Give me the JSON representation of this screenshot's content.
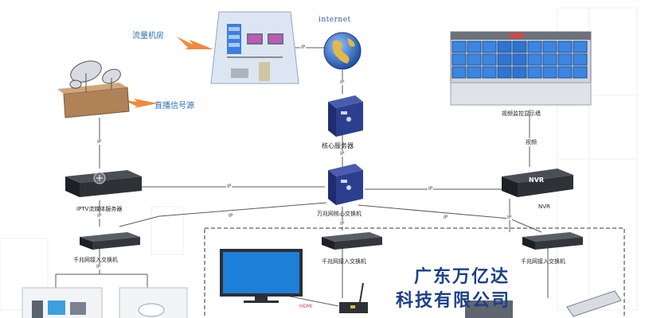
{
  "labels": {
    "traffic_room": "流量机房",
    "live_source": "直播信号源",
    "internet": "internet",
    "core_server": "核心服务器",
    "video_wall": "视频监控显示墙",
    "iptv_server": "IPTV流媒体服务器",
    "core_switch": "万兆网核心交换机",
    "nvr_label": "NVR",
    "nvr_panel_text": "NVR",
    "access_switch_left": "千兆网接入交换机",
    "access_switch_mid": "千兆网接入交换机",
    "access_switch_right": "千兆网接入交换机",
    "video_link": "视频",
    "hdmi": "HDMI"
  },
  "ip_tags": [
    "IP",
    "IP",
    "IP",
    "IP",
    "IP",
    "IP",
    "IP",
    "IP",
    "IP",
    "IP",
    "IP",
    "IP"
  ],
  "watermark": {
    "line1": "广东万亿达",
    "line2": "科技有限公司"
  },
  "colors": {
    "line": "#5a5a5a",
    "blue_device": "#2c3f8f",
    "accent_orange": "#f08a3c",
    "screen_blue": "#1d7fd8",
    "dashed": "#333333"
  }
}
